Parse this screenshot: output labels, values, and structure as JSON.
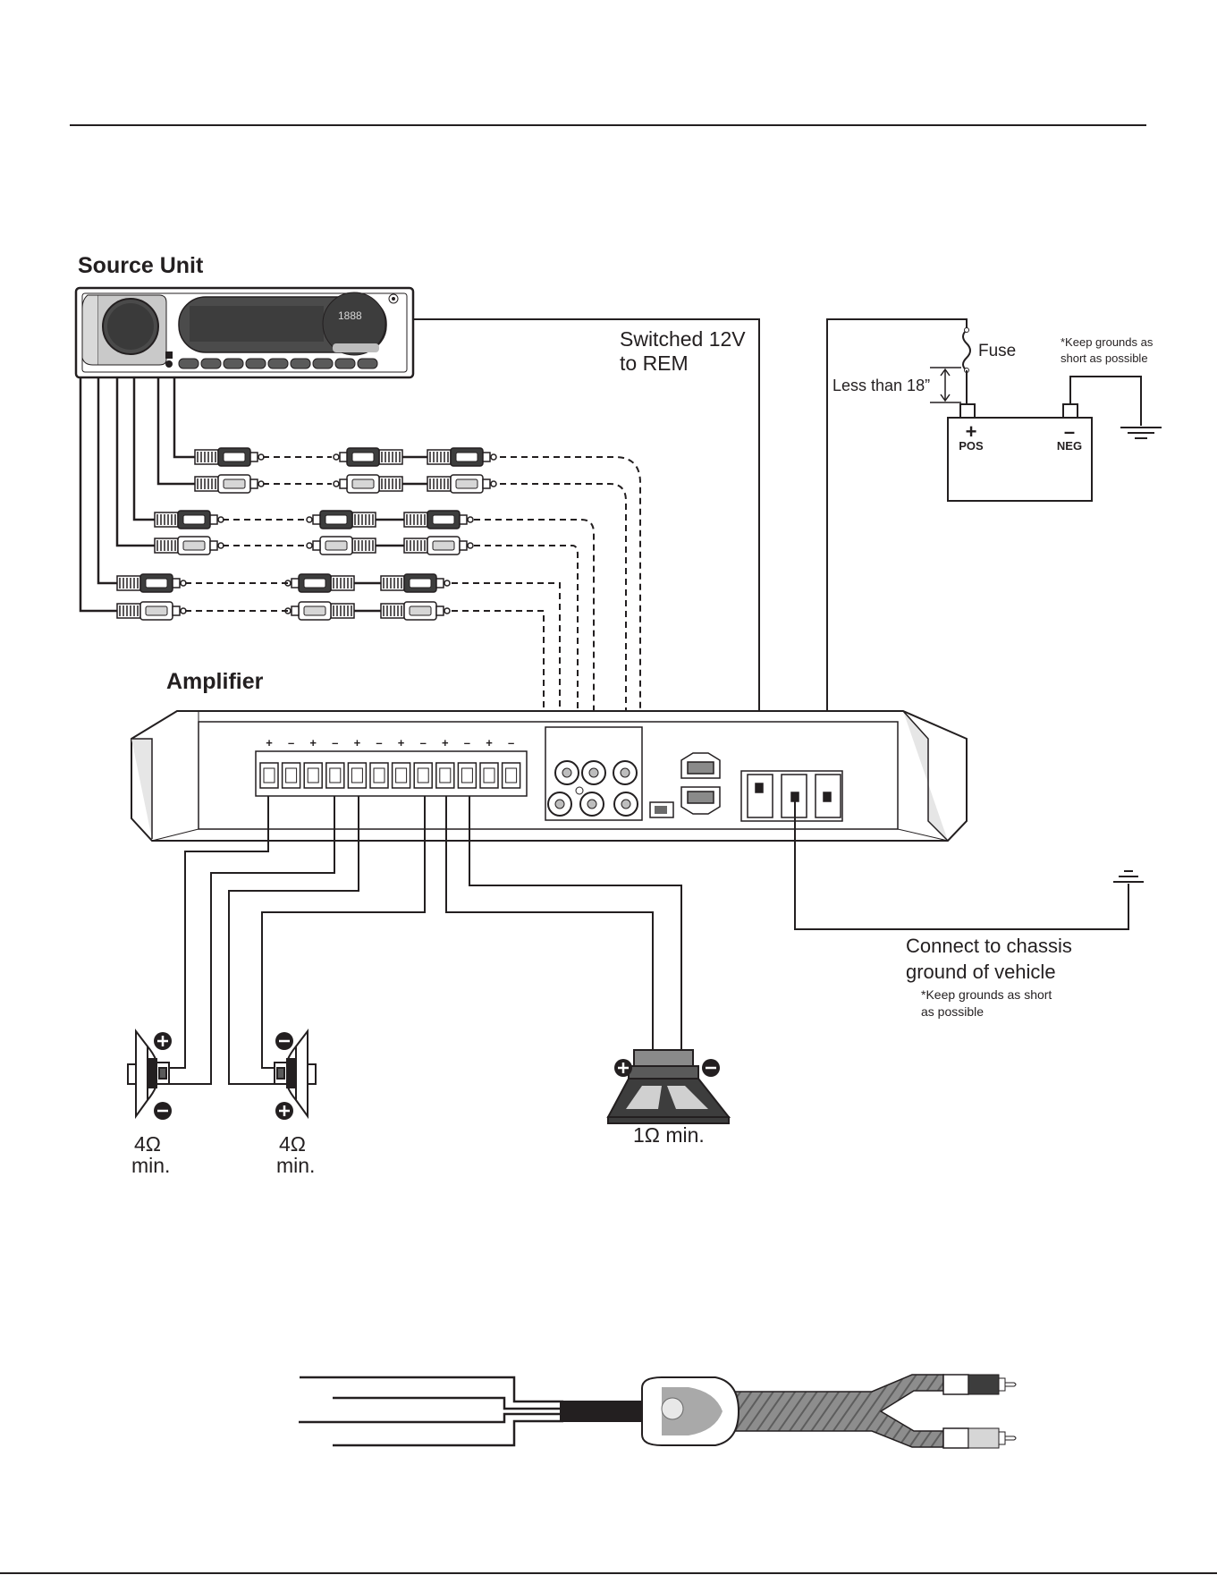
{
  "source_unit": {
    "title": "Source Unit",
    "display": "1888"
  },
  "amplifier": {
    "title": "Amplifier",
    "terminal_signs": [
      "+",
      "–",
      "+",
      "–",
      "+",
      "–",
      "+",
      "–",
      "+",
      "–",
      "+",
      "–"
    ]
  },
  "remote": {
    "label_line1": "Switched 12V",
    "label_line2": "to REM"
  },
  "fuse": {
    "label": "Fuse",
    "distance": "Less than 18”"
  },
  "battery": {
    "pos_sign": "+",
    "pos_label": "POS",
    "neg_sign": "–",
    "neg_label": "NEG"
  },
  "ground_note": {
    "line1": "*Keep grounds as",
    "line2": "short as possible"
  },
  "chassis": {
    "line1": "Connect to chassis",
    "line2": "ground of vehicle",
    "note1": "*Keep grounds as short",
    "note2": "as possible"
  },
  "speakers": {
    "left": {
      "impedance": "4Ω",
      "min": "min."
    },
    "right": {
      "impedance": "4Ω",
      "min": "min."
    },
    "sub": {
      "label": "1Ω min."
    }
  }
}
